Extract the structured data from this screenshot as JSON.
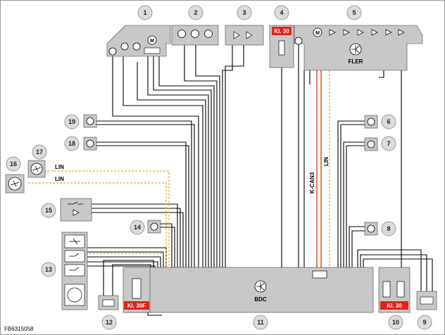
{
  "figure_id": "FB6315058",
  "labels": {
    "fler": "FLER",
    "bdc": "BDC",
    "k_can3": "K-CAN3",
    "lin_vertical": "LIN",
    "lin_1": "LIN",
    "lin_2": "LIN"
  },
  "terminals": {
    "kl30_top": "Kl. 30",
    "kl30f": "Kl. 30F",
    "kl30_bottom": "Kl. 30"
  },
  "callouts": [
    "1",
    "2",
    "3",
    "4",
    "5",
    "6",
    "7",
    "8",
    "9",
    "10",
    "11",
    "12",
    "13",
    "14",
    "15",
    "16",
    "17",
    "18",
    "19"
  ],
  "colors": {
    "component_fill": "#c8c8c8",
    "wire": "#000000",
    "k_can3_wire": "#e05a2a",
    "lin_wire": "#e8b84a",
    "terminal_red": "#e2231a",
    "badge_fill": "#dcdcdc"
  }
}
